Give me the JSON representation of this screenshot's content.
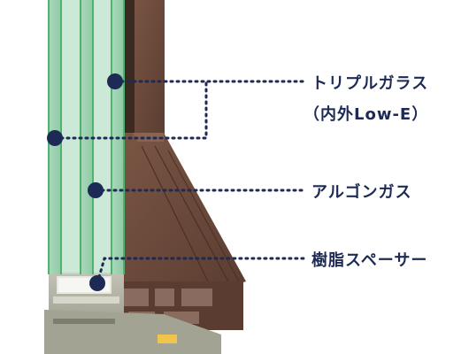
{
  "labels": {
    "triple_glass": "トリプルガラス",
    "low_e": "（内外Low-E）",
    "argon_gas": "アルゴンガス",
    "resin_spacer": "樹脂スペーサー"
  },
  "colors": {
    "leader": "#1c2a55",
    "glass": "#9fd3b2",
    "glass_edge": "#4fb36e",
    "wood": "#6b4a3a",
    "wood_dark": "#4a3026",
    "resin": "#5a3c31",
    "aluminum": "#a8a89a",
    "spacer_yellow": "#f2c54a"
  },
  "icons": {
    "window_section": "window-cross-section-illustration"
  }
}
